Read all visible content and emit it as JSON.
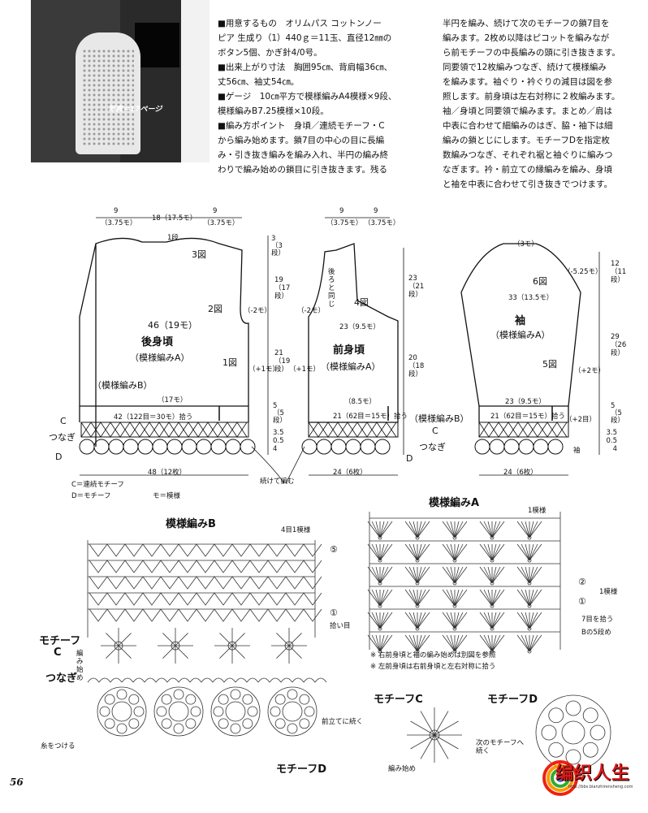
{
  "photo": {
    "caption": "写真＝17ページ"
  },
  "instructions": {
    "col1": [
      "■用意するもの　オリムパス コットンノー",
      "ピア 生成り（1）440ｇ＝11玉、直径12㎜の",
      "ボタン5個、かぎ針4/0号。",
      "■出来上がり寸法　胸囲95㎝、背肩幅36㎝、",
      "丈56㎝、袖丈54㎝。",
      "■ゲージ　10㎝平方で模様編みA4模様×9段、",
      "模様編みB7.25模様×10段。",
      "■編み方ポイント　身頃／連続モチーフ・C",
      "から編み始めます。鎖7目の中心の目に長編",
      "み・引き抜き編みを編み入れ、半円の編み終",
      "わりで編み始めの鎖目に引き抜きます。残る"
    ],
    "col2": [
      "半円を編み、続けて次のモチーフの鎖7目を",
      "編みます。2枚め以降はピコットを編みなが",
      "ら前モチーフの中長編みの頭に引き抜きます。",
      "同要領で12枚編みつなぎ、続けて模様編み",
      "を編みます。袖ぐり・衿ぐりの減目は図を参",
      "照します。前身頃は左右対称に２枚編みます。",
      "袖／身頃と同要領で編みます。まとめ／肩は",
      "中表に合わせて細編みのはぎ、脇・袖下は細",
      "編みの鎖とじにします。モチーフDを指定枚",
      "数編みつなぎ、それぞれ裾と袖ぐりに編みつ",
      "なぎます。衿・前立ての縁編みを編み、身頃",
      "と袖を中表に合わせて引き抜きでつけます。"
    ]
  },
  "back_body": {
    "title": "後身頃",
    "subtitle": "（模様編みA）",
    "top_dims": [
      "9",
      "18（17.5モ）",
      "9",
      "（3.75モ）",
      "（3.75モ）"
    ],
    "neck_rows": "1段",
    "fig3": "3図",
    "fig2": "2図",
    "fig1": "1図",
    "dec1": "（-2モ）",
    "inc1": "（+1モ）",
    "width_label": "46（19モ）",
    "pattern_b": "（模様編みB）",
    "b_width": "（17モ）",
    "pickup": "42（122目＝30モ）拾う",
    "bottom_width": "48（12枚）",
    "c_label": "C",
    "tsunagi": "つなぎ",
    "d_label": "D"
  },
  "front_body": {
    "title": "前身頃",
    "subtitle": "（模様編みA）",
    "top_dims": [
      "9",
      "9",
      "（3.75モ）",
      "（3.75モ）"
    ],
    "fig4": "4図",
    "dec": "（-2モ）",
    "inc": "（+1モ）",
    "width_label": "23（9.5モ）",
    "mid_note": "後ろと同じ",
    "b_width": "（8.5モ）",
    "pickup": "21（62目＝15モ）拾う",
    "pattern_b": "（模様編みB）",
    "c_label": "C",
    "tsunagi": "つなぎ",
    "d_label": "D",
    "bottom_width": "24（6枚）",
    "shared_note": "続けて編む"
  },
  "dims_mid": {
    "top": [
      "3",
      "（3",
      "段）"
    ],
    "a1": [
      "19",
      "（17",
      "段）"
    ],
    "a2": [
      "21",
      "（19",
      "段）"
    ],
    "b": [
      "5",
      "（5",
      "段）"
    ],
    "c": [
      "3.5",
      "0.5",
      "4"
    ],
    "right_a": [
      "23",
      "（21",
      "段）"
    ],
    "right_b": [
      "20",
      "（18",
      "段）"
    ]
  },
  "sleeve": {
    "title": "袖",
    "subtitle": "（模様編みA）",
    "top": "（3モ）",
    "fig6": "6図",
    "fig5": "5図",
    "dec": "（-5.25モ）",
    "inc1": "（+2モ）",
    "inc2": "（+2目）",
    "width": "33（13.5モ）",
    "lower_width": "23（9.5モ）",
    "pickup": "21（62目＝15モ）拾う",
    "cuff": "袖",
    "bottom_width": "24（6枚）",
    "dims": [
      "12",
      "（11",
      "段）",
      "29",
      "（26",
      "段）",
      "5",
      "（5",
      "段）",
      "3.5",
      "0.5",
      "4"
    ]
  },
  "legend": {
    "c": "C＝連続モチーフ",
    "d": "D＝モチーフ",
    "mo": "モ＝模様"
  },
  "pattern_b": {
    "title": "模様編みB",
    "repeat": "4目1模様",
    "row5": "⑤",
    "row1": "①",
    "pickup_row": "拾い目",
    "motif_c": "モチーフ",
    "motif_c_letter": "C",
    "start": "編み始め",
    "tsunagi": "つなぎ",
    "front_join": "前立てに続く",
    "yarn": "糸をつける",
    "motif_d": "モチーフD"
  },
  "pattern_a": {
    "title": "模様編みA",
    "repeat": "1模様",
    "row2": "②",
    "row2_note": "1模様",
    "row1": "①",
    "pickup": "7目を拾う",
    "b5": "Bの5段め",
    "note1": "※ 右前身頃と袖の編み始めは別図を参照",
    "note2": "※ 左前身頃は右前身頃と左右対称に拾う"
  },
  "motif_c_small": {
    "title": "モチーフC",
    "start": "編み始め",
    "next": "次のモチーフへ続く"
  },
  "motif_d_small": {
    "title": "モチーフD"
  },
  "page_number": "56",
  "logo": {
    "text": "编织人生",
    "url": "http://bbs.bianzhirensheng.com"
  }
}
